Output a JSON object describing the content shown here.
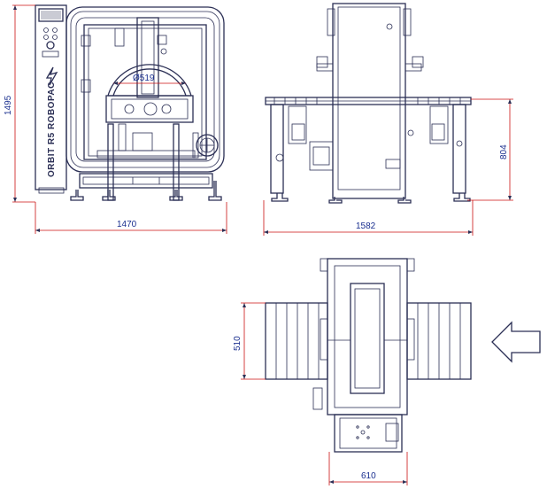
{
  "dimensions": {
    "front_height": "1495",
    "front_width": "1470",
    "ring_diameter": "Ø519",
    "side_width": "1582",
    "side_height": "804",
    "top_conveyor_width": "510",
    "top_machine_width": "610"
  },
  "branding": {
    "text": "ORBIT R5 ROBOPAC"
  },
  "colors": {
    "line": "#2b2f55",
    "dimension_line": "#cc1111",
    "dimension_text": "#1a2f8f"
  },
  "icons": {
    "feed_direction": "arrow-left-icon"
  }
}
